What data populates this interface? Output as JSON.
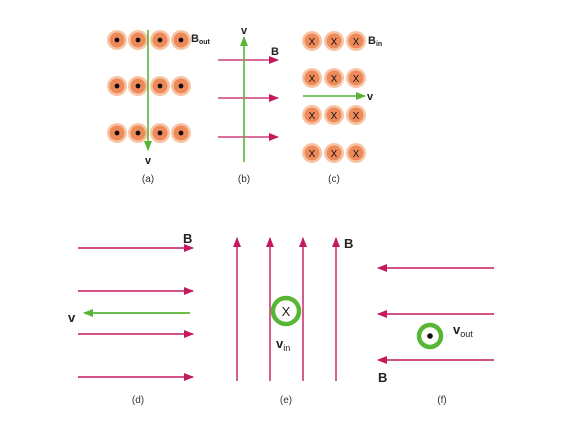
{
  "panels": {
    "a": {
      "caption": "(a)",
      "field_label": "B",
      "field_sub": "out",
      "velocity_label": "v"
    },
    "b": {
      "caption": "(b)",
      "field_label": "B",
      "velocity_label": "v"
    },
    "c": {
      "caption": "(c)",
      "field_label": "B",
      "field_sub": "in",
      "velocity_label": "v",
      "cross_glyph": "X"
    },
    "d": {
      "caption": "(d)",
      "field_label": "B",
      "velocity_label": "v"
    },
    "e": {
      "caption": "(e)",
      "field_label": "B",
      "velocity_label": "v",
      "velocity_sub": "in",
      "cross_glyph": "X"
    },
    "f": {
      "caption": "(f)",
      "field_label": "B",
      "velocity_label": "v",
      "velocity_sub": "out"
    }
  },
  "colors": {
    "field_line": "#c4195f",
    "velocity": "#58b535",
    "circle_fill": "#ee8a5a",
    "circle_ring": "#f7c4a4",
    "symbol": "#111111"
  }
}
